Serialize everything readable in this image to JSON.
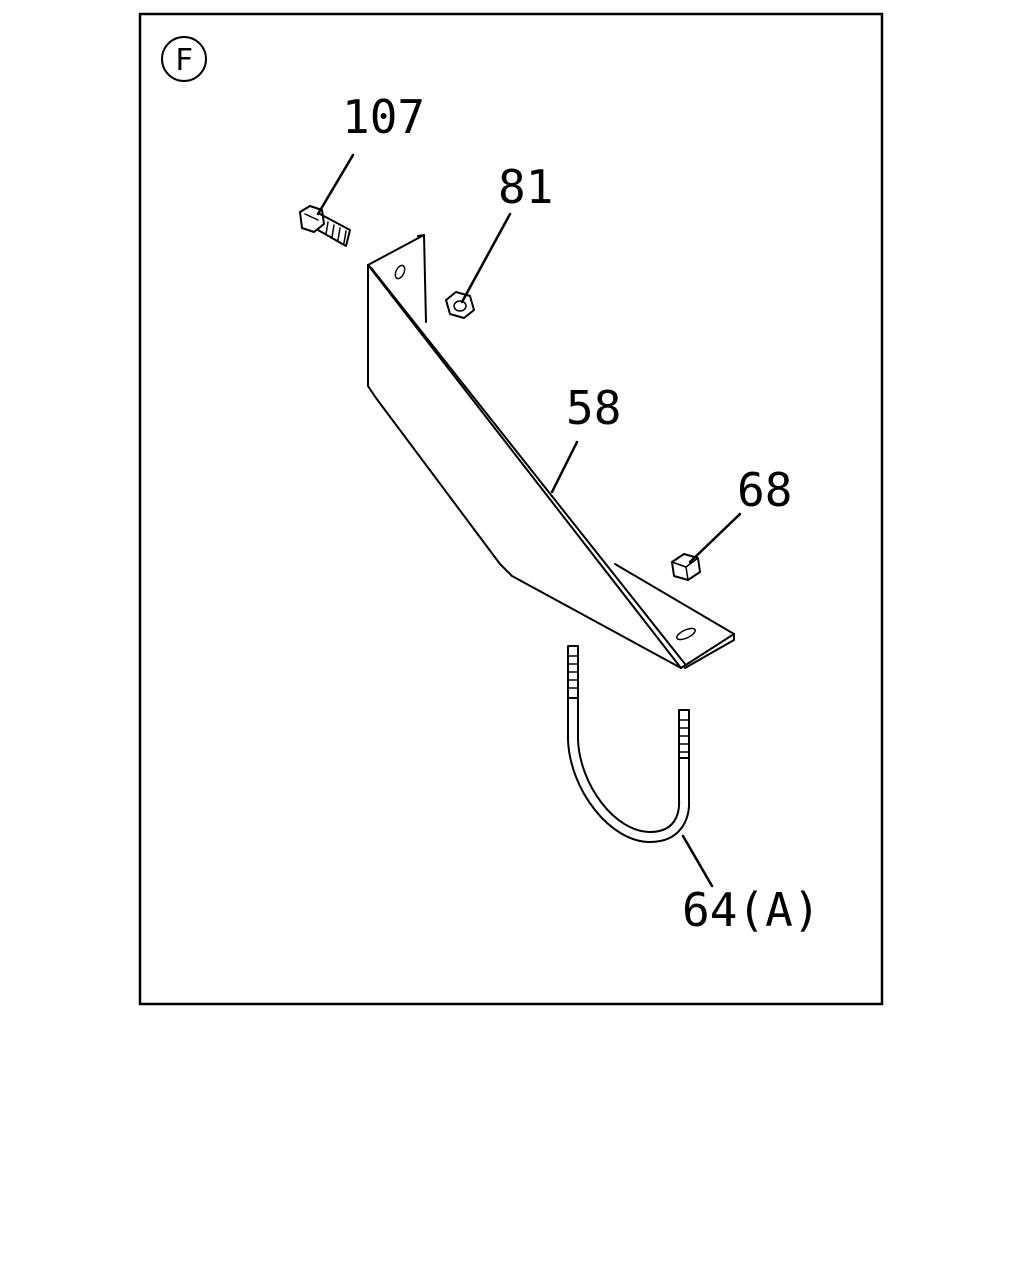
{
  "view": {
    "letter": "F"
  },
  "callouts": {
    "bolt": "107",
    "nut_81": "81",
    "bracket": "58",
    "nut_68": "68",
    "u_bolt": "64(A)"
  },
  "colors": {
    "line": "#000000",
    "background": "#ffffff"
  }
}
